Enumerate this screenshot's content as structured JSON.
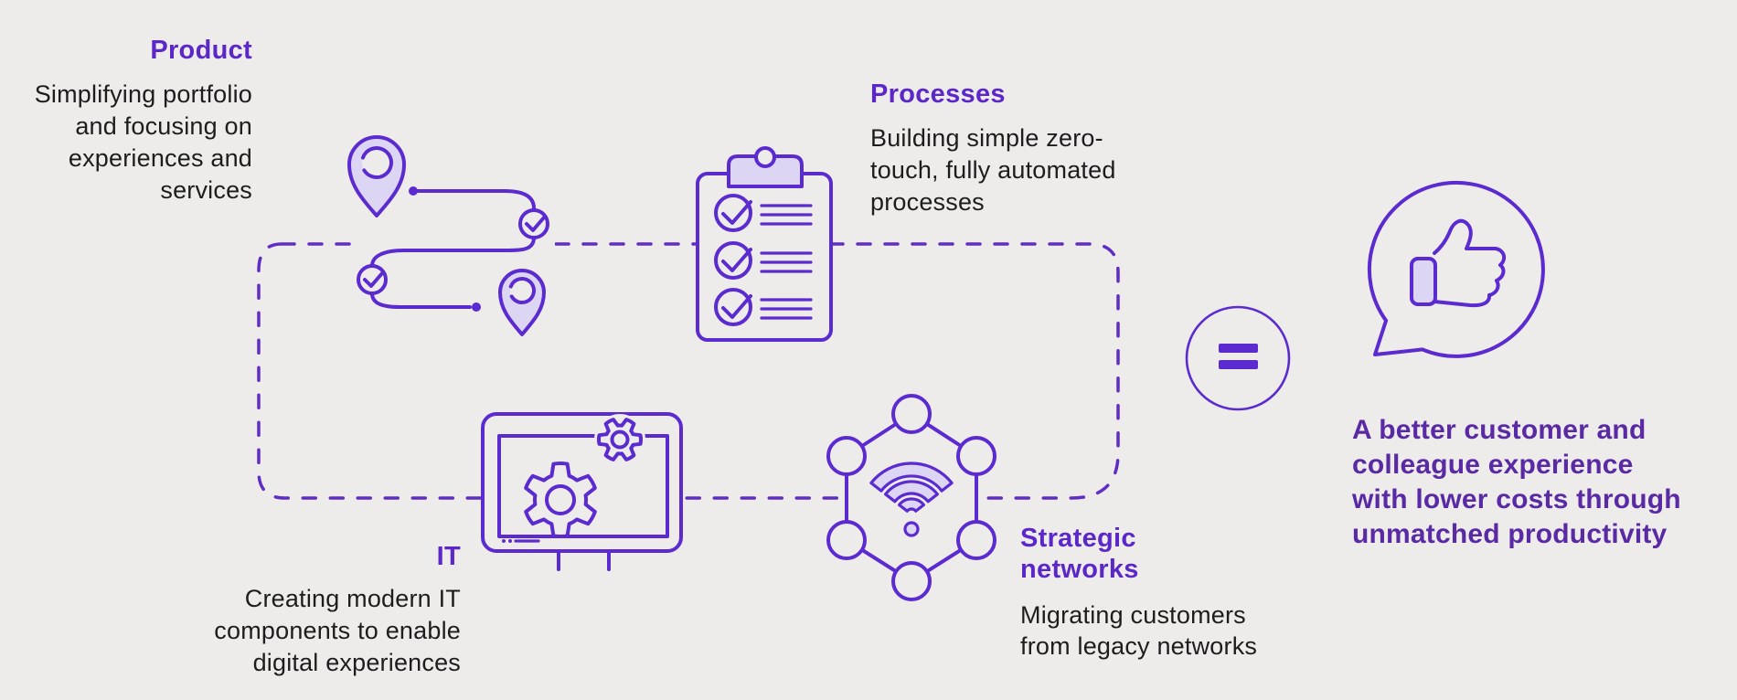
{
  "colors": {
    "background": "#edecea",
    "icon_stroke": "#5b2bd0",
    "icon_fill_light": "#dcd6f4",
    "icon_fill_lighter": "#e2ddf7",
    "dash_purple": "#5f2cc4",
    "heading_purple": "#5c27c8",
    "statement_purple": "#5a2aa4",
    "body_text": "#1d1d1d"
  },
  "sections": {
    "product": {
      "title": "Product",
      "description": "Simplifying portfolio\nand focusing on\nexperiences and\nservices"
    },
    "processes": {
      "title": "Processes",
      "description": "Building simple zero-\ntouch, fully automated\nprocesses"
    },
    "it": {
      "title": "IT",
      "description": "Creating modern IT\ncomponents to enable\ndigital experiences"
    },
    "strategic_networks": {
      "title": "Strategic\nnetworks",
      "description": "Migrating customers\nfrom legacy networks"
    }
  },
  "outcome": {
    "statement": "A better customer and\ncolleague experience\nwith lower costs through\nunmatched productivity"
  },
  "icons": {
    "journey": "journey-route-icon",
    "checklist": "checklist-clipboard-icon",
    "it": "monitor-gears-icon",
    "network": "network-hexagon-wifi-icon",
    "equals": "equals-icon",
    "thumbs_up": "thumbs-up-speech-bubble-icon"
  }
}
